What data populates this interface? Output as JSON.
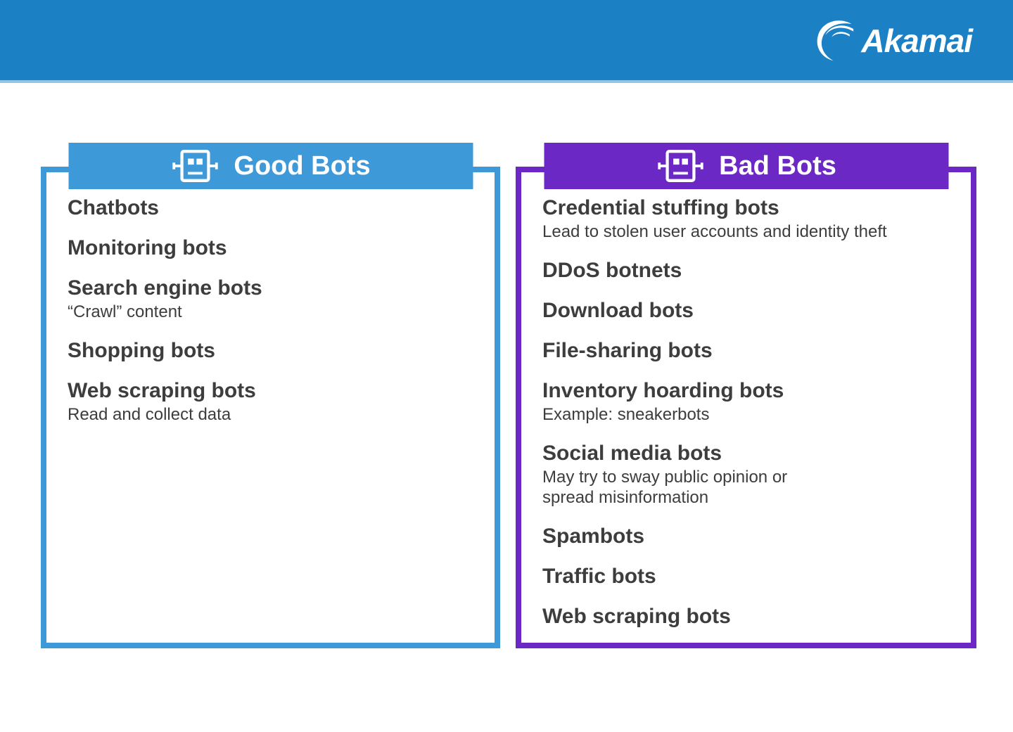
{
  "header": {
    "logo_text": "Akamai"
  },
  "panels": [
    {
      "id": "good-bots",
      "title": "Good Bots",
      "accent": "#3e99d8",
      "items": [
        {
          "label": "Chatbots",
          "description": ""
        },
        {
          "label": "Monitoring bots",
          "description": ""
        },
        {
          "label": "Search engine bots",
          "description": "“Crawl” content"
        },
        {
          "label": "Shopping bots",
          "description": ""
        },
        {
          "label": "Web scraping bots",
          "description": "Read and collect data"
        }
      ]
    },
    {
      "id": "bad-bots",
      "title": "Bad Bots",
      "accent": "#6b28c4",
      "items": [
        {
          "label": "Credential stuffing bots",
          "description": "Lead to stolen user accounts and identity theft"
        },
        {
          "label": "DDoS botnets",
          "description": ""
        },
        {
          "label": "Download bots",
          "description": ""
        },
        {
          "label": "File-sharing bots",
          "description": ""
        },
        {
          "label": "Inventory hoarding bots",
          "description": "Example: sneakerbots"
        },
        {
          "label": "Social media bots",
          "description": "May try to sway public opinion or\nspread misinformation"
        },
        {
          "label": "Spambots",
          "description": ""
        },
        {
          "label": "Traffic bots",
          "description": ""
        },
        {
          "label": "Web scraping bots",
          "description": ""
        }
      ]
    }
  ],
  "colors": {
    "top_bar": "#1b80c4",
    "top_bar_underline": "#93c6e6",
    "good_accent": "#3e99d8",
    "bad_accent": "#6b28c4",
    "text": "#3d3d3d",
    "banner_text": "#ffffff"
  }
}
